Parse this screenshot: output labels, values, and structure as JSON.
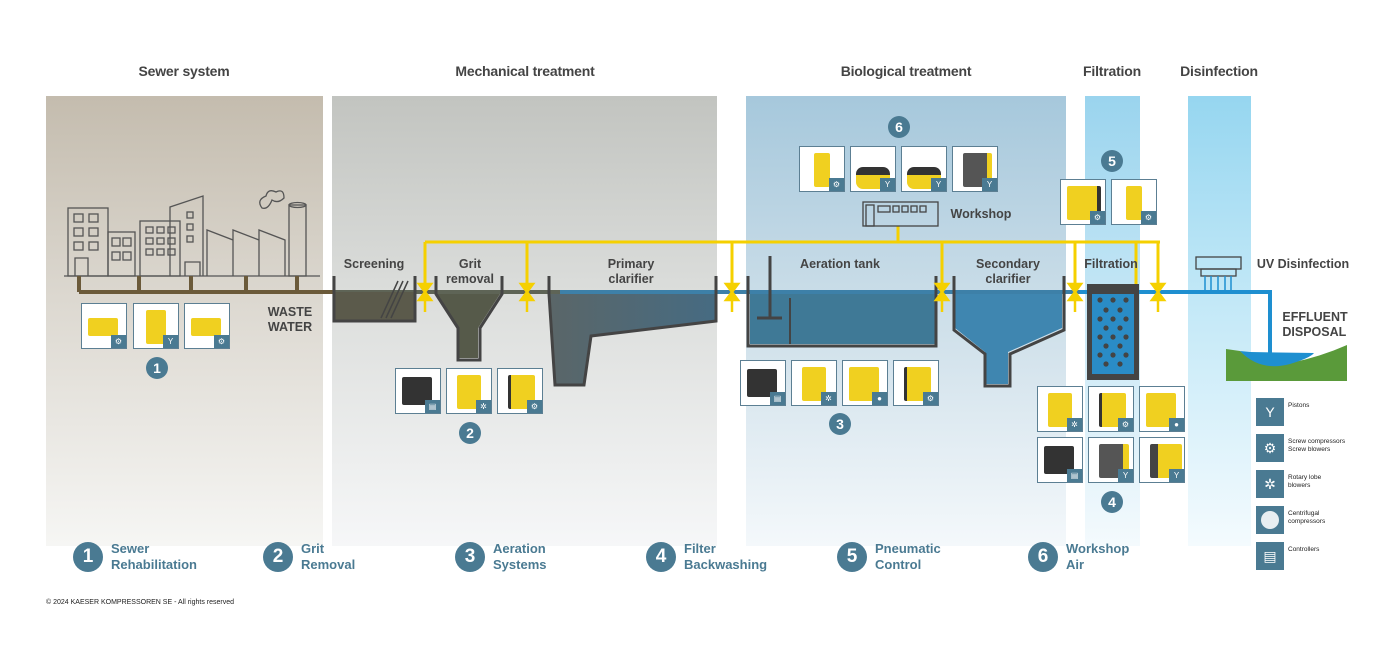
{
  "sections": [
    {
      "id": "sewer",
      "title": "Sewer system"
    },
    {
      "id": "mechanical",
      "title": "Mechanical treatment"
    },
    {
      "id": "biological",
      "title": "Biological treatment"
    },
    {
      "id": "filtration",
      "title": "Filtration"
    },
    {
      "id": "disinfection",
      "title": "Disinfection"
    }
  ],
  "stage_labels": {
    "waste_water": "WASTE\nWATER",
    "screening": "Screening",
    "grit_removal": "Grit\nremoval",
    "primary_clarifier": "Primary\nclarifier",
    "aeration_tank": "Aeration tank",
    "secondary_clarifier": "Secondary\nclarifier",
    "filtration": "Filtration",
    "workshop": "Workshop",
    "uv_disinfection": "UV Disinfection",
    "effluent_disposal": "EFFLUENT\nDISPOSAL"
  },
  "product_groups": [
    {
      "number": "1",
      "products": [
        {
          "type": "portable compressor",
          "badge": "screw"
        },
        {
          "type": "portable unit",
          "badge": "piston"
        },
        {
          "type": "portable compressor",
          "badge": "screw"
        }
      ]
    },
    {
      "number": "2",
      "products": [
        {
          "type": "controller",
          "badge": "controller"
        },
        {
          "type": "blower",
          "badge": "rotary-lobe"
        },
        {
          "type": "compressor",
          "badge": "screw"
        }
      ]
    },
    {
      "number": "3",
      "products": [
        {
          "type": "controller",
          "badge": "controller"
        },
        {
          "type": "blower",
          "badge": "rotary-lobe"
        },
        {
          "type": "blower",
          "badge": "centrifugal"
        },
        {
          "type": "compressor",
          "badge": "screw"
        }
      ]
    },
    {
      "number": "4",
      "products": [
        {
          "type": "blower",
          "badge": "rotary-lobe"
        },
        {
          "type": "compressor",
          "badge": "screw"
        },
        {
          "type": "blower",
          "badge": "centrifugal"
        },
        {
          "type": "controller",
          "badge": "controller"
        },
        {
          "type": "compressor",
          "badge": "piston"
        },
        {
          "type": "compressor",
          "badge": "piston"
        }
      ]
    },
    {
      "number": "5",
      "products": [
        {
          "type": "compressor",
          "badge": "screw"
        },
        {
          "type": "compressor",
          "badge": "screw"
        }
      ]
    },
    {
      "number": "6",
      "products": [
        {
          "type": "compressor",
          "badge": "screw"
        },
        {
          "type": "piston compressor",
          "badge": "piston"
        },
        {
          "type": "piston compressor",
          "badge": "piston"
        },
        {
          "type": "compressor",
          "badge": "piston"
        }
      ]
    }
  ],
  "legend": [
    {
      "icon": "pistons-icon",
      "label": "Pistons"
    },
    {
      "icon": "screw-icon",
      "label": "Screw compressors\nScrew blowers"
    },
    {
      "icon": "rotary-lobe-icon",
      "label": "Rotary lobe\nblowers"
    },
    {
      "icon": "centrifugal-icon",
      "label": "Centrifugal\ncompressors"
    },
    {
      "icon": "controllers-icon",
      "label": "Controllers"
    }
  ],
  "applications": [
    {
      "number": "1",
      "line1": "Sewer",
      "line2": "Rehabilitation"
    },
    {
      "number": "2",
      "line1": "Grit",
      "line2": "Removal"
    },
    {
      "number": "3",
      "line1": "Aeration",
      "line2": "Systems"
    },
    {
      "number": "4",
      "line1": "Filter",
      "line2": "Backwashing"
    },
    {
      "number": "5",
      "line1": "Pneumatic",
      "line2": "Control"
    },
    {
      "number": "6",
      "line1": "Workshop",
      "line2": "Air"
    }
  ],
  "copyright": "© 2024 KAESER KOMPRESSOREN SE - All rights reserved",
  "colors": {
    "accent_blue": "#4a7a92",
    "air_line_yellow": "#f5d000",
    "water_blue": "#1e8fd0",
    "sewage_brown": "#6b5a3a",
    "ground_green": "#5a9a3a",
    "product_yellow": "#f0d020"
  }
}
